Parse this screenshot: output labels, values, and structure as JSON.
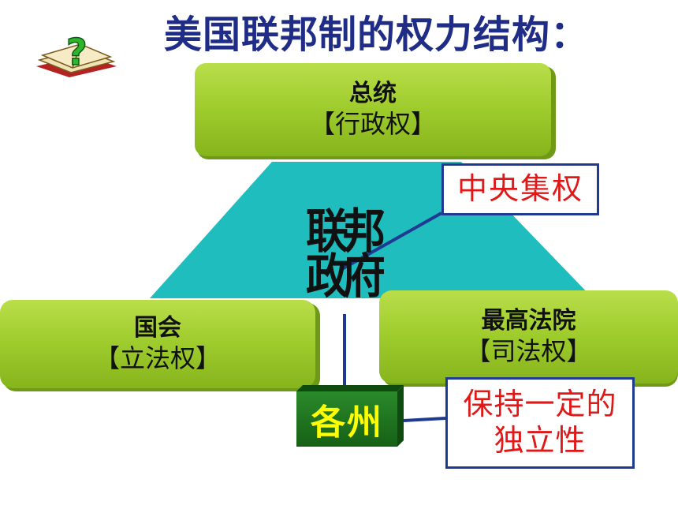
{
  "title": "美国联邦制的权力结构：",
  "icon": "book-question-icon",
  "president": {
    "name": "总统",
    "power": "【行政权】"
  },
  "congress": {
    "name": "国会",
    "power": "【立法权】"
  },
  "court": {
    "name": "最高法院",
    "power": "【司法权】"
  },
  "federal_government": {
    "line1": "联邦",
    "line2": "政府"
  },
  "states": {
    "label": "各州"
  },
  "notes": {
    "central": "中央集权",
    "independent_line1": "保持一定的",
    "independent_line2": "独立性"
  },
  "colors": {
    "title": "#1f2d86",
    "box": "#9ecb2c",
    "triangle": "#1fbdbd",
    "states_box": "#1f7a1f",
    "note_text": "#e01818",
    "note_border": "#1f3a93"
  }
}
